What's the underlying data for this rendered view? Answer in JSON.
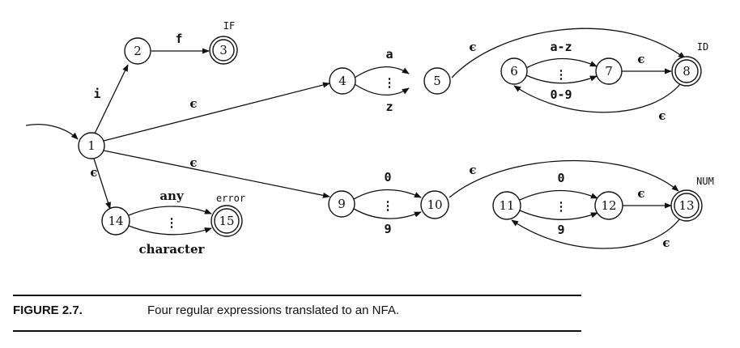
{
  "states": [
    {
      "id": "1",
      "accepting": false,
      "token": ""
    },
    {
      "id": "2",
      "accepting": false,
      "token": ""
    },
    {
      "id": "3",
      "accepting": true,
      "token": "IF"
    },
    {
      "id": "4",
      "accepting": false,
      "token": ""
    },
    {
      "id": "5",
      "accepting": false,
      "token": ""
    },
    {
      "id": "6",
      "accepting": false,
      "token": ""
    },
    {
      "id": "7",
      "accepting": false,
      "token": ""
    },
    {
      "id": "8",
      "accepting": true,
      "token": "ID"
    },
    {
      "id": "9",
      "accepting": false,
      "token": ""
    },
    {
      "id": "10",
      "accepting": false,
      "token": ""
    },
    {
      "id": "11",
      "accepting": false,
      "token": ""
    },
    {
      "id": "12",
      "accepting": false,
      "token": ""
    },
    {
      "id": "13",
      "accepting": true,
      "token": "NUM"
    },
    {
      "id": "14",
      "accepting": false,
      "token": ""
    },
    {
      "id": "15",
      "accepting": true,
      "token": "error"
    }
  ],
  "transitions": [
    {
      "from": "1",
      "to": "2",
      "label": "i"
    },
    {
      "from": "2",
      "to": "3",
      "label": "f"
    },
    {
      "from": "1",
      "to": "4",
      "label": "ϵ"
    },
    {
      "from": "4",
      "to": "5",
      "label": "a … z",
      "top": "a",
      "bottom": "z"
    },
    {
      "from": "5",
      "to": "8",
      "label": "ϵ"
    },
    {
      "from": "6",
      "to": "7",
      "label": "a-z / 0-9",
      "top": "a-z",
      "bottom": "0-9"
    },
    {
      "from": "7",
      "to": "8",
      "label": "ϵ"
    },
    {
      "from": "8",
      "to": "6",
      "label": "ϵ"
    },
    {
      "from": "1",
      "to": "9",
      "label": "ϵ"
    },
    {
      "from": "9",
      "to": "10",
      "label": "0 … 9",
      "top": "0",
      "bottom": "9"
    },
    {
      "from": "10",
      "to": "13",
      "label": "ϵ"
    },
    {
      "from": "11",
      "to": "12",
      "label": "0 … 9",
      "top": "0",
      "bottom": "9"
    },
    {
      "from": "12",
      "to": "13",
      "label": "ϵ"
    },
    {
      "from": "13",
      "to": "11",
      "label": "ϵ"
    },
    {
      "from": "1",
      "to": "14",
      "label": "ϵ"
    },
    {
      "from": "14",
      "to": "15",
      "label": "any character",
      "top": "any",
      "bottom": "character"
    }
  ],
  "epsilon": "ϵ",
  "caption": {
    "label": "FIGURE 2.7.",
    "text": "Four regular expressions translated to an NFA."
  }
}
